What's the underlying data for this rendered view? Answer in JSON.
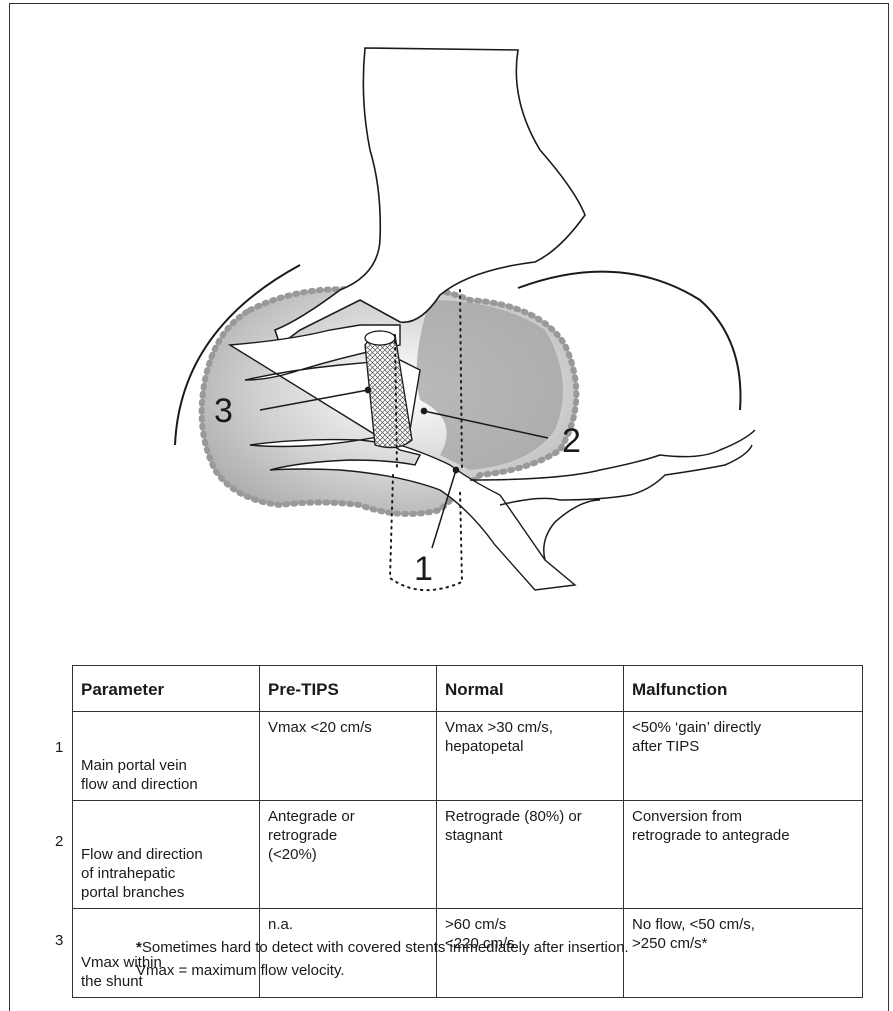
{
  "diagram": {
    "callouts": [
      "1",
      "2",
      "3"
    ]
  },
  "table": {
    "headers": [
      "Parameter",
      "Pre-TIPS",
      "Normal",
      "Malfunction"
    ],
    "rows": [
      {
        "num": "1",
        "cells": [
          "Main portal vein\nflow and direction",
          "Vmax <20 cm/s",
          "Vmax >30 cm/s,\nhepatopetal",
          "<50% ‘gain’ directly\nafter TIPS"
        ]
      },
      {
        "num": "2",
        "cells": [
          "Flow and direction\nof intrahepatic\nportal branches",
          "Antegrade or\nretrograde\n(<20%)",
          "Retrograde (80%) or\nstagnant",
          "Conversion from\nretrograde to antegrade"
        ]
      },
      {
        "num": "3",
        "cells": [
          "Vmax within\nthe shunt",
          "n.a.",
          ">60 cm/s\n<220 cm/s",
          "No flow, <50 cm/s,\n>250 cm/s*"
        ]
      }
    ]
  },
  "footnotes": {
    "star": "*",
    "note1": "Sometimes hard to detect with covered stents immediately after insertion.",
    "note2": "Vmax = maximum flow velocity."
  },
  "colors": {
    "liver_fill": "#b9b9b9",
    "line": "#1a1a1a"
  }
}
